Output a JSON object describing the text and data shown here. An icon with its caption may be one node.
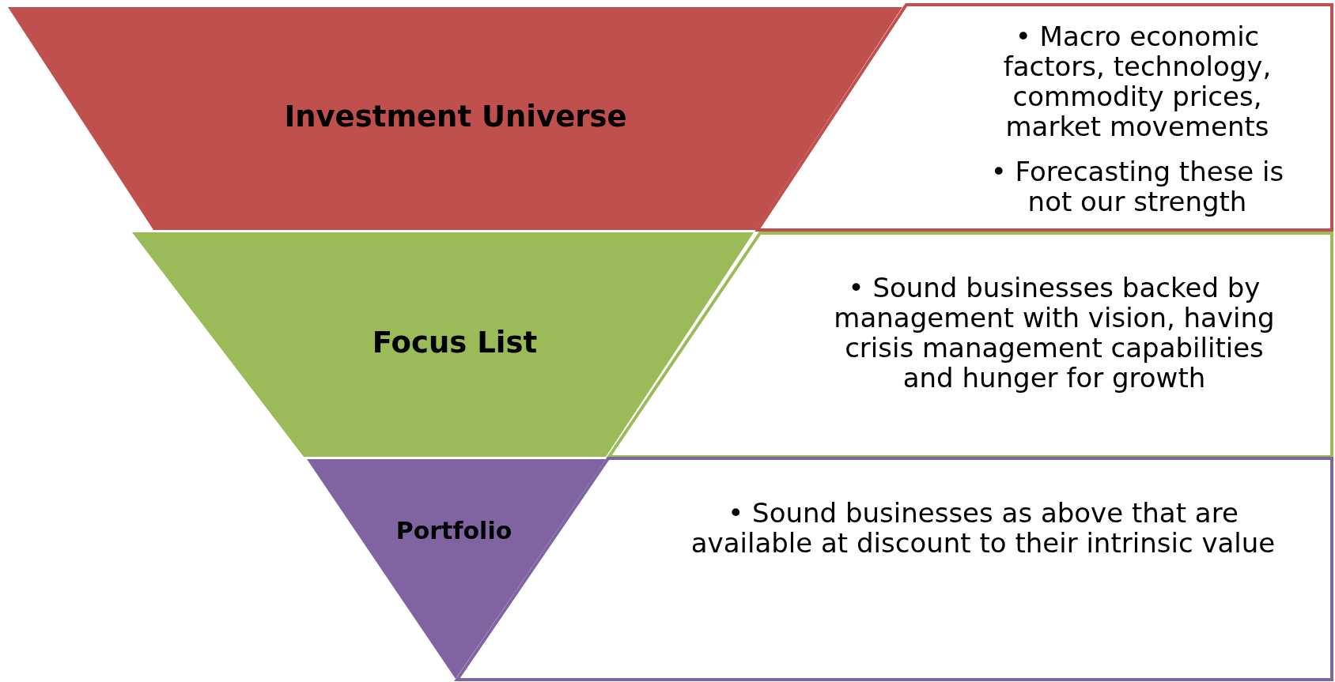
{
  "diagram": {
    "nodes": [
      {
        "text": [
          "Investment Universe"
        ]
      },
      {
        "text": [
          "• Macro economic factors, technology, commodity prices, market movements",
          "• Forecasting these is not our strength"
        ]
      },
      {
        "text": [
          "Focus List"
        ]
      },
      {
        "text": [
          "• Sound businesses backed by management with vision, having crisis management capabilities and hunger for growth"
        ]
      },
      {
        "text": [
          "Portfolio"
        ]
      },
      {
        "text": [
          "• Sound businesses as above that are available at discount to their intrinsic value"
        ]
      }
    ]
  }
}
